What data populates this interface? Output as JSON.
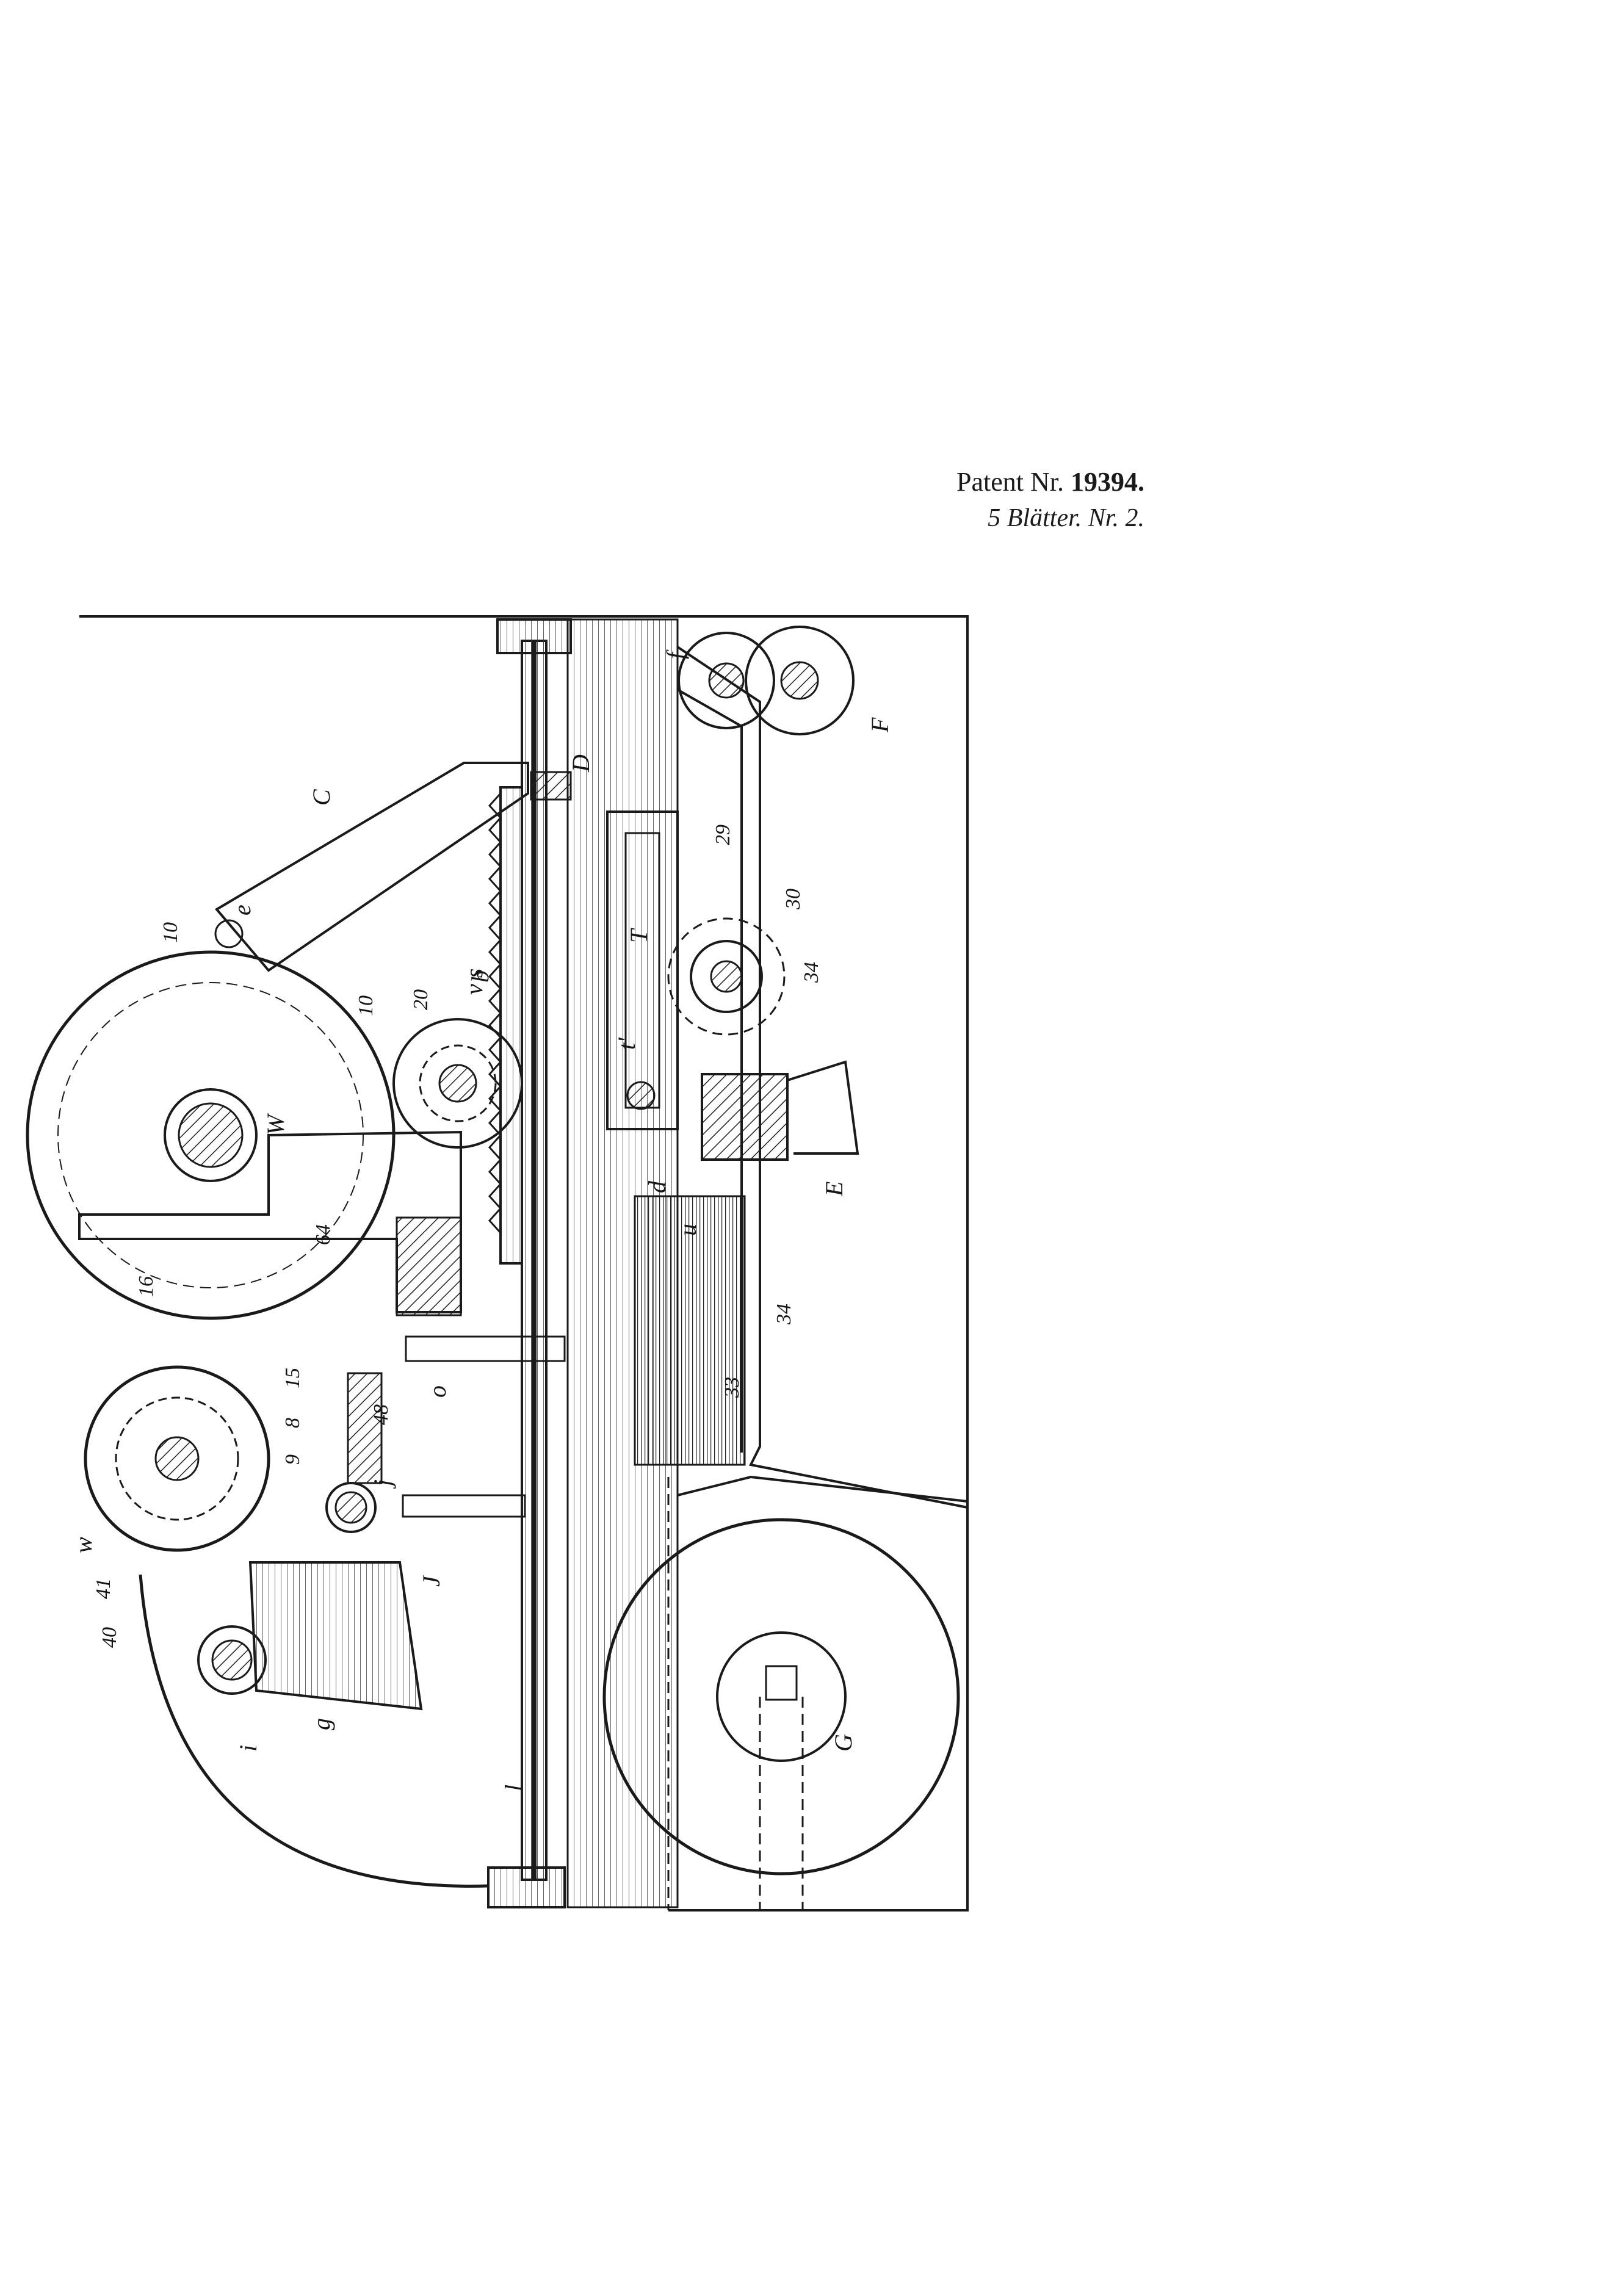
{
  "header": {
    "patent_prefix": "Patent Nr.",
    "patent_number": "19394.",
    "sheets": "5 Blätter. Nr. 2."
  },
  "figure_labels": [
    {
      "id": "C",
      "text": "C"
    },
    {
      "id": "D",
      "text": "D"
    },
    {
      "id": "T",
      "text": "T"
    },
    {
      "id": "b",
      "text": "b"
    },
    {
      "id": "e",
      "text": "e"
    },
    {
      "id": "f",
      "text": "f"
    },
    {
      "id": "F",
      "text": "F"
    },
    {
      "id": "W",
      "text": "W"
    },
    {
      "id": "E",
      "text": "E"
    },
    {
      "id": "G",
      "text": "G"
    },
    {
      "id": "t_prime",
      "text": "t'"
    },
    {
      "id": "v_s",
      "text": "v s"
    },
    {
      "id": "n10a",
      "text": "10"
    },
    {
      "id": "n10b",
      "text": "10"
    },
    {
      "id": "n20",
      "text": "20"
    },
    {
      "id": "n29",
      "text": "29"
    },
    {
      "id": "n30",
      "text": "30"
    },
    {
      "id": "n34a",
      "text": "34"
    },
    {
      "id": "n34b",
      "text": "34"
    },
    {
      "id": "n33",
      "text": "33"
    },
    {
      "id": "n64",
      "text": "64"
    },
    {
      "id": "n16",
      "text": "16"
    },
    {
      "id": "n15",
      "text": "15"
    },
    {
      "id": "n8",
      "text": "8"
    },
    {
      "id": "n9",
      "text": "9"
    },
    {
      "id": "n48",
      "text": "48"
    },
    {
      "id": "o",
      "text": "o"
    },
    {
      "id": "j",
      "text": "j"
    },
    {
      "id": "J",
      "text": "J"
    },
    {
      "id": "n41",
      "text": "41"
    },
    {
      "id": "n40",
      "text": "40"
    },
    {
      "id": "w",
      "text": "w"
    },
    {
      "id": "g",
      "text": "g"
    },
    {
      "id": "i",
      "text": "i"
    },
    {
      "id": "l",
      "text": "l"
    },
    {
      "id": "d",
      "text": "d"
    },
    {
      "id": "u",
      "text": "u"
    }
  ]
}
